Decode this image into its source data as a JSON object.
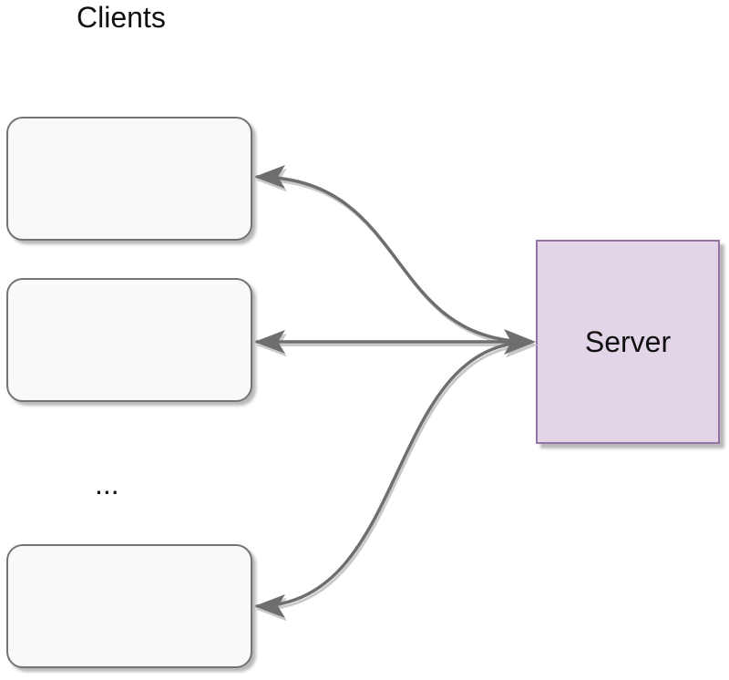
{
  "diagram": {
    "heading": "Clients",
    "ellipsis": "...",
    "server": {
      "label": "Server"
    },
    "clients": [
      {
        "label": ""
      },
      {
        "label": ""
      },
      {
        "label": ""
      }
    ],
    "connections": [
      {
        "from": "client-1",
        "to": "server",
        "style": "curved",
        "arrow": "both-merged"
      },
      {
        "from": "client-2",
        "to": "server",
        "style": "straight",
        "arrow": "both-merged"
      },
      {
        "from": "client-3",
        "to": "server",
        "style": "curved",
        "arrow": "both-merged"
      }
    ],
    "colors": {
      "canvas_bg": "#ffffff",
      "client_fill": "#f9f9f9",
      "client_border": "#737373",
      "server_fill": "#e1d5e7",
      "server_border": "#9673a6",
      "arrow_dark": "#6e6e6e",
      "arrow_light": "#c9c9c9",
      "text": "#111111"
    }
  }
}
